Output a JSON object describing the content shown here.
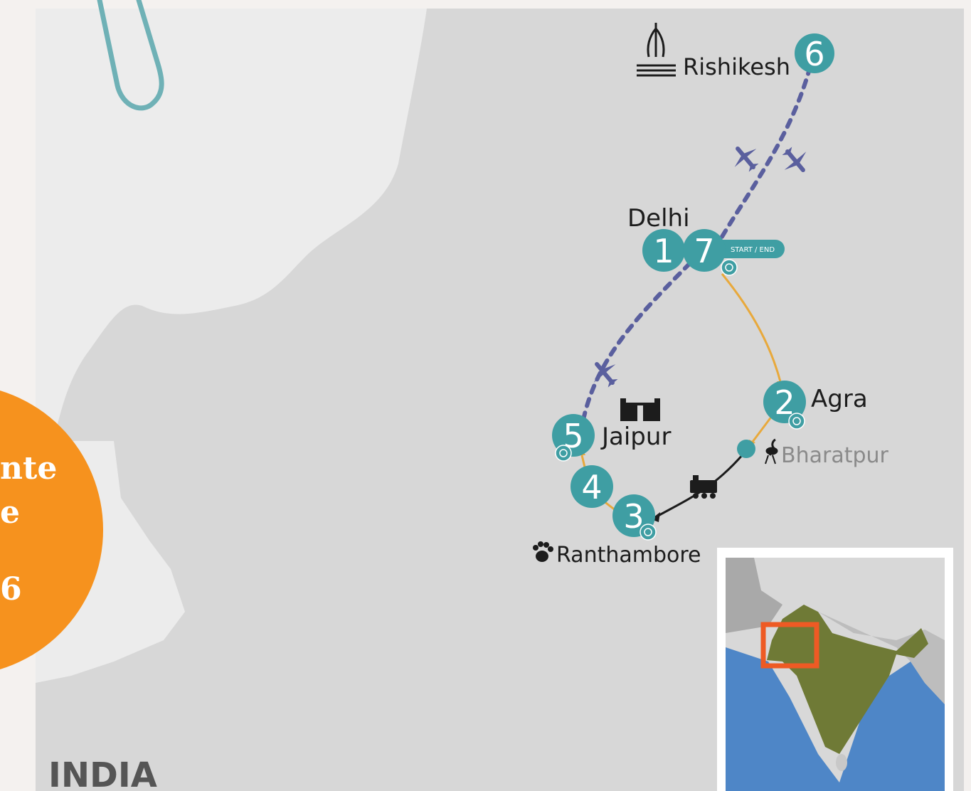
{
  "map": {
    "country_label": "INDIA",
    "start_end_tag": "START / END",
    "colors": {
      "marker": "#3f9ea3",
      "flight_route": "#5a5f9e",
      "road_route": "#e8a93c",
      "train_route": "#1c1c1c",
      "land": "#d7d7d7",
      "neighbor_land": "#ececec",
      "promo_circle": "#f6921e",
      "inset_water": "#4e86c7",
      "inset_india": "#6f7a36",
      "inset_highlight": "#ee5a24"
    },
    "stops": [
      {
        "number": "1",
        "city": "Delhi"
      },
      {
        "number": "2",
        "city": "Agra"
      },
      {
        "number": "3",
        "city": "Ranthambore"
      },
      {
        "number": "4",
        "city": ""
      },
      {
        "number": "5",
        "city": "Jaipur"
      },
      {
        "number": "6",
        "city": "Rishikesh"
      },
      {
        "number": "7",
        "city": ""
      }
    ],
    "waypoints": [
      {
        "city": "Bharatpur"
      }
    ],
    "icons": [
      "fountain-icon",
      "airplane-icon",
      "fort-icon",
      "bird-icon",
      "train-icon",
      "paw-icon",
      "paperclip-icon"
    ],
    "promo_partial_text": [
      "nte",
      "e",
      "6"
    ]
  }
}
